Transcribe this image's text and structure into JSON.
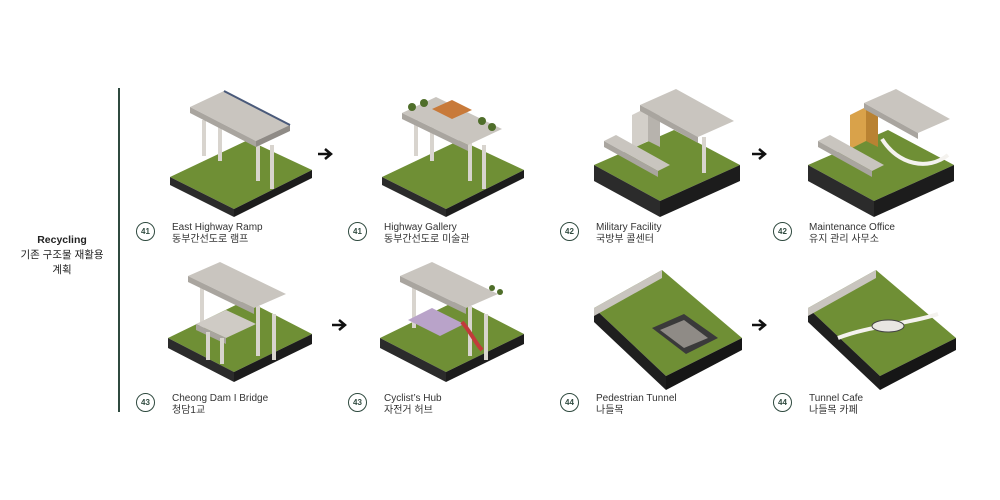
{
  "section": {
    "title_en": "Recycling",
    "title_kr_line1": "기존 구조물 재활용",
    "title_kr_line2": "계획"
  },
  "items": [
    {
      "num": "41",
      "en": "East Highway Ramp",
      "kr": "동부간선도로 램프"
    },
    {
      "num": "41",
      "en": "Highway Gallery",
      "kr": "동부간선도로 미술관"
    },
    {
      "num": "42",
      "en": "Military Facility",
      "kr": "국방부 콜센터"
    },
    {
      "num": "42",
      "en": "Maintenance Office",
      "kr": "유지 관리 사무소"
    },
    {
      "num": "43",
      "en": "Cheong Dam I Bridge",
      "kr": "청담1교"
    },
    {
      "num": "43",
      "en": "Cyclist’s Hub",
      "kr": "자전거 허브"
    },
    {
      "num": "44",
      "en": "Pedestrian Tunnel",
      "kr": "나들목"
    },
    {
      "num": "44",
      "en": "Tunnel Cafe",
      "kr": "나들목 카페"
    }
  ],
  "colors": {
    "accent": "#2f4a3f",
    "grass": "#6f8f35",
    "soil": "#2b2b2b",
    "concrete": "#c9c5bf"
  }
}
